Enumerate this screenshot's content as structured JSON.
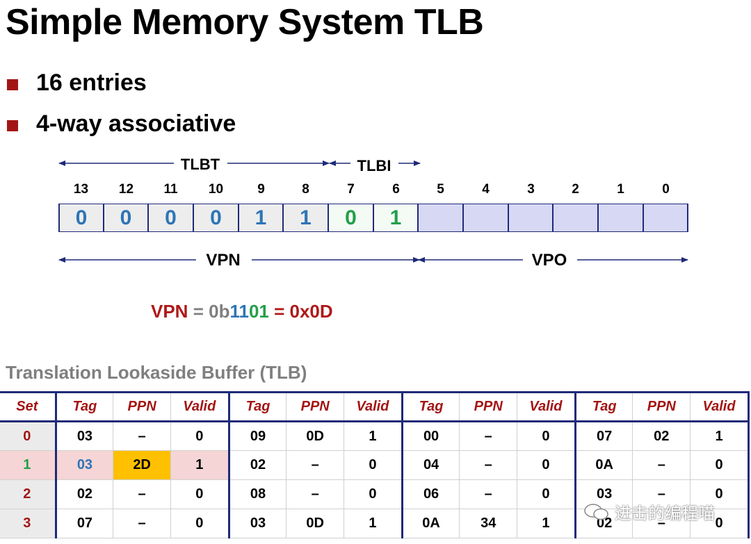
{
  "title": "Simple Memory System TLB",
  "bullets": [
    "16 entries",
    "4-way associative"
  ],
  "diagram": {
    "labels": {
      "tlbt": "TLBT",
      "tlbi": "TLBI",
      "vpn": "VPN",
      "vpo": "VPO"
    },
    "bit_numbers": [
      "13",
      "12",
      "11",
      "10",
      "9",
      "8",
      "7",
      "6",
      "5",
      "4",
      "3",
      "2",
      "1",
      "0"
    ],
    "bit_values": [
      "0",
      "0",
      "0",
      "0",
      "1",
      "1",
      "0",
      "1",
      "",
      "",
      "",
      "",
      "",
      ""
    ],
    "colors": {
      "tag_bits": "#2e75b6",
      "index_bits": "#22a04b",
      "tag_fill": "#ededed",
      "index_fill": "#f4faf4",
      "offset_fill": "#d6d8f4",
      "border": "#1f2a78"
    }
  },
  "vpn_equation": {
    "lhs": "VPN",
    "eq": " = ",
    "prefix": "0b",
    "tag_part": "11",
    "index_part": "01",
    "rhs": " = 0x0D"
  },
  "tlb": {
    "title": "Translation Lookaside Buffer (TLB)",
    "headers": [
      "Set",
      "Tag",
      "PPN",
      "Valid",
      "Tag",
      "PPN",
      "Valid",
      "Tag",
      "PPN",
      "Valid",
      "Tag",
      "PPN",
      "Valid"
    ],
    "rows": [
      [
        "0",
        "03",
        "–",
        "0",
        "09",
        "0D",
        "1",
        "00",
        "–",
        "0",
        "07",
        "02",
        "1"
      ],
      [
        "1",
        "03",
        "2D",
        "1",
        "02",
        "–",
        "0",
        "04",
        "–",
        "0",
        "0A",
        "–",
        "0"
      ],
      [
        "2",
        "02",
        "–",
        "0",
        "08",
        "–",
        "0",
        "06",
        "–",
        "0",
        "03",
        "–",
        "0"
      ],
      [
        "3",
        "07",
        "–",
        "0",
        "03",
        "0D",
        "1",
        "0A",
        "34",
        "1",
        "02",
        "–",
        "0"
      ]
    ],
    "highlight": {
      "row_bg": "#f5d5d5",
      "ppn_hit_bg": "#ffc000",
      "set_text": "#22a04b",
      "tag_text": "#2e75b6"
    }
  },
  "watermark": "进击的编程喵"
}
